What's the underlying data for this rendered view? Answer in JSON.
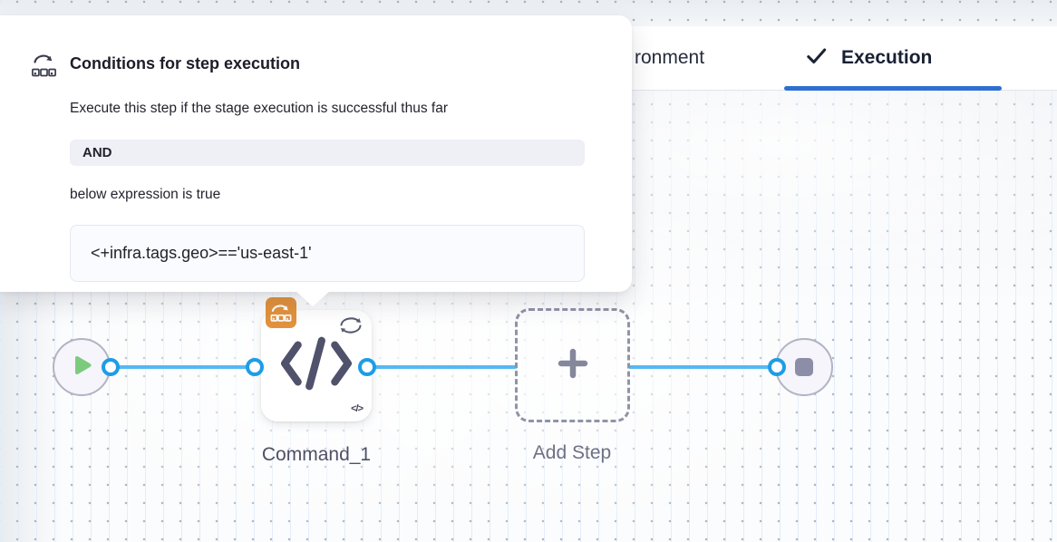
{
  "header": {
    "environment_tab_label": "ronment",
    "execution_tab_label": "Execution"
  },
  "popover": {
    "title": "Conditions for step execution",
    "description": "Execute this step if the stage execution is successful thus far",
    "operator_label": "AND",
    "expression_intro": "below expression is true",
    "expression": "<+infra.tags.geo>=='us-east-1'"
  },
  "canvas": {
    "step_label": "Command_1",
    "add_step_label": "Add Step",
    "mini_step_glyph": "</>"
  },
  "icons": {
    "popover_header": "conditional-execution-icon",
    "step_badge": "conditional-execution-badge-icon",
    "step_main": "code-icon",
    "step_corner": "loop-icon",
    "start": "play-icon",
    "end": "stop-icon",
    "add": "plus-icon",
    "active_tab": "check-icon"
  },
  "colors": {
    "accent_blue": "#2e6fd2",
    "connector_blue": "#55b9f2",
    "port_ring_blue": "#1d9de6",
    "play_green": "#7ccb7c",
    "badge_orange": "#e2923c",
    "pill_background": "#efeff6",
    "node_slate": "#50516a"
  }
}
